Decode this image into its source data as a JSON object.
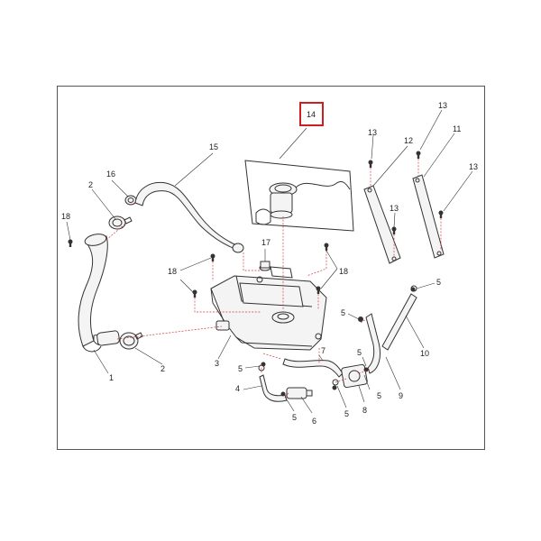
{
  "diagram": {
    "highlight_color": "#cc1f1f",
    "highlighted_callout": "14",
    "callouts": {
      "c1": "1",
      "c2a": "2",
      "c2b": "2",
      "c3": "3",
      "c4": "4",
      "c5a": "5",
      "c5b": "5",
      "c5c": "5",
      "c5d": "5",
      "c5e": "5",
      "c5f": "5",
      "c6": "6",
      "c7": "7",
      "c8": "8",
      "c9": "9",
      "c10": "10",
      "c11": "11",
      "c12": "12",
      "c13a": "13",
      "c13b": "13",
      "c13c": "13",
      "c13d": "13",
      "c14": "14",
      "c15": "15",
      "c16": "16",
      "c17": "17",
      "c18a": "18",
      "c18b": "18",
      "c18c": "18"
    }
  }
}
